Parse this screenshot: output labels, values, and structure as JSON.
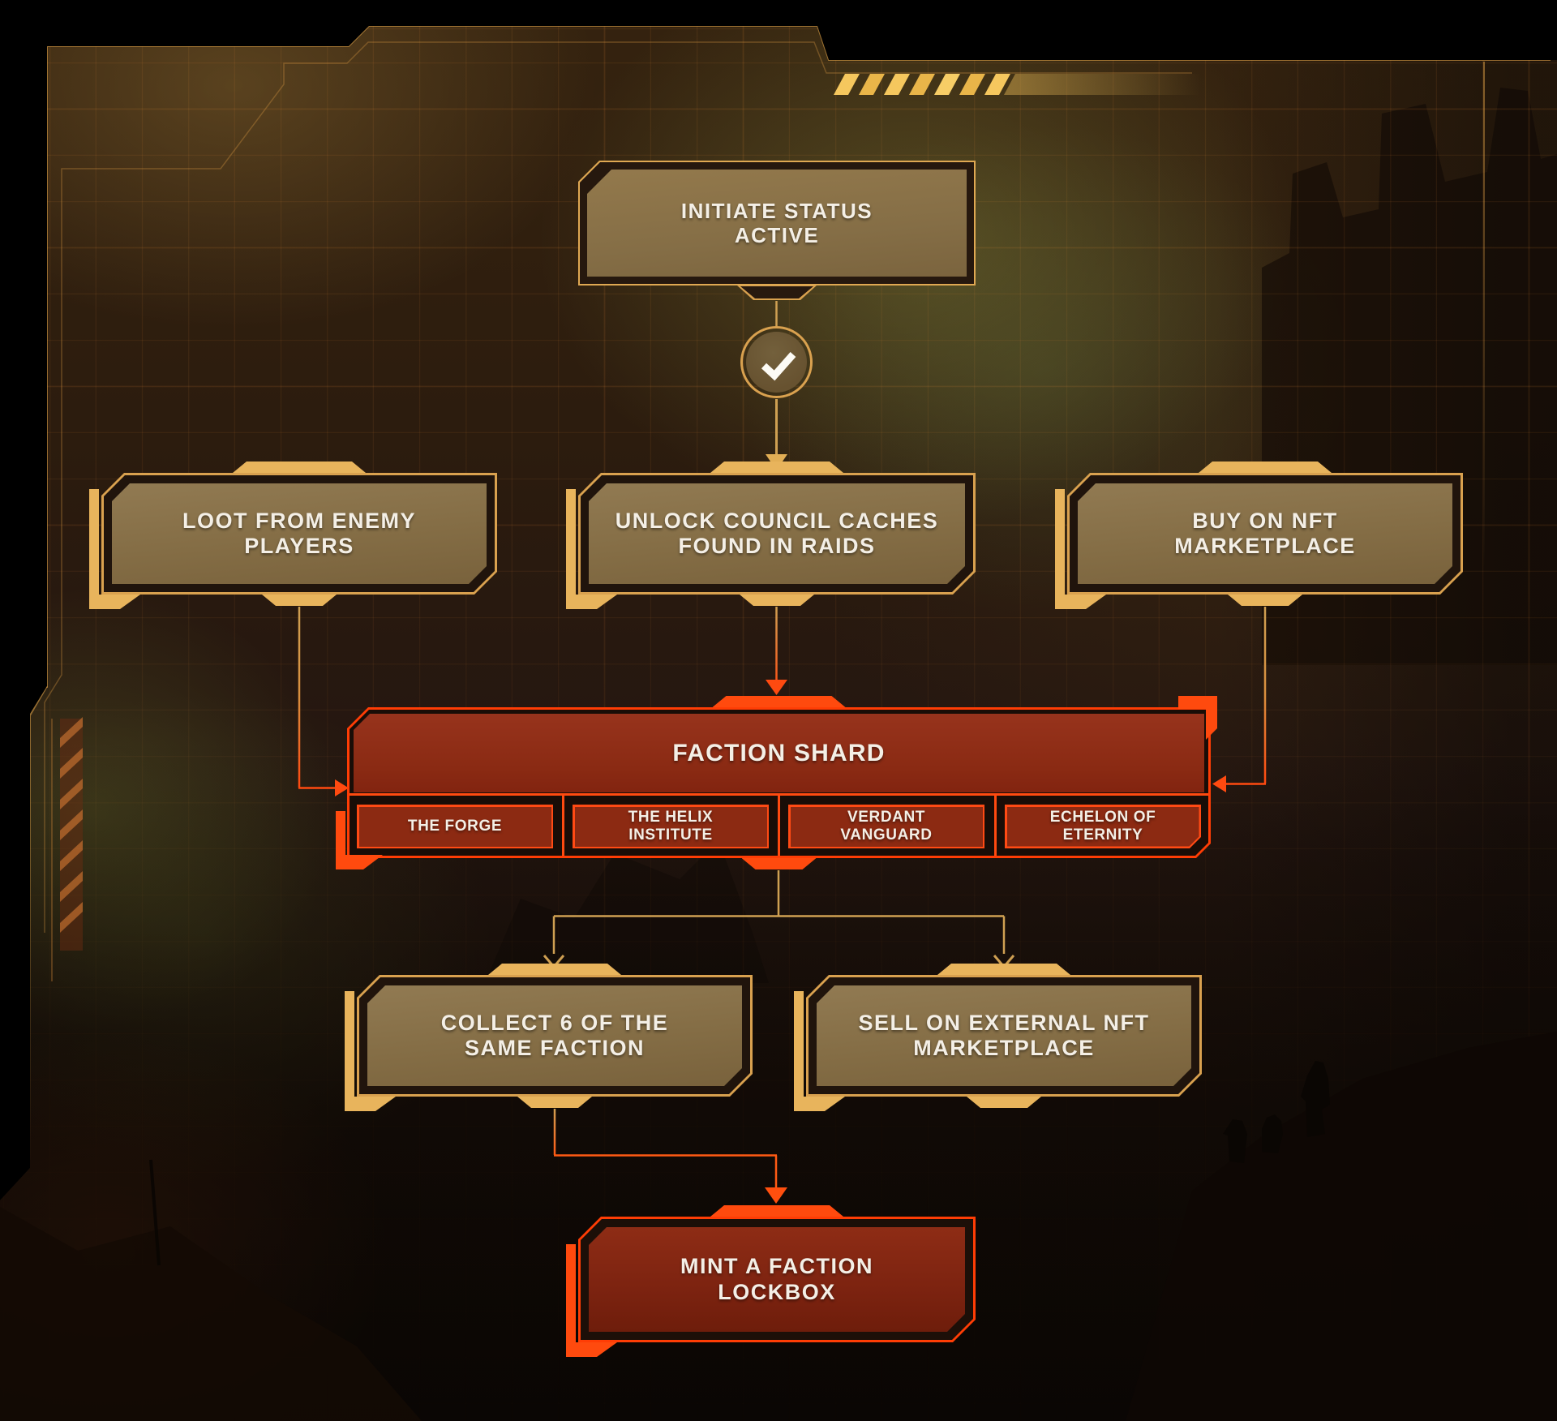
{
  "colors": {
    "gold_line": "#d9a14f",
    "gold_accent": "#e8b45c",
    "red_line": "#ff3d05",
    "red_accent": "#ff4a10",
    "tan_fill": "#8b7347",
    "red_fill": "#8c2a12",
    "text": "#f4efe6",
    "background": "#000000"
  },
  "icons": {
    "check": "check-icon"
  },
  "flow": {
    "start": {
      "label": "INITIATE STATUS\nACTIVE"
    },
    "sources": [
      {
        "label": "LOOT FROM ENEMY\nPLAYERS"
      },
      {
        "label": "UNLOCK COUNCIL CACHES\nFOUND IN RAIDS"
      },
      {
        "label": "BUY ON NFT\nMARKETPLACE"
      }
    ],
    "shard": {
      "title": "FACTION SHARD",
      "factions": [
        {
          "label": "THE FORGE"
        },
        {
          "label": "THE HELIX\nINSTITUTE"
        },
        {
          "label": "VERDANT\nVANGUARD"
        },
        {
          "label": "ECHELON OF\nETERNITY"
        }
      ]
    },
    "outcomes": [
      {
        "label": "COLLECT 6 OF THE\nSAME FACTION"
      },
      {
        "label": "SELL ON EXTERNAL NFT\nMARKETPLACE"
      }
    ],
    "final": {
      "label": "MINT A FACTION\nLOCKBOX"
    }
  }
}
